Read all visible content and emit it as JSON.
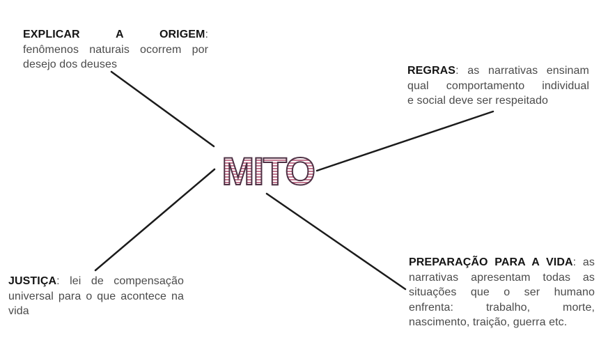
{
  "center": {
    "label": "MITO",
    "stripe_color": "#c4768f",
    "outline_color": "#4e3044"
  },
  "line_color": "#1b1b1b",
  "nodes": {
    "origem": {
      "position": "top-left",
      "lines": [
        {
          "bold": "EXPLICAR A ORIGEM",
          "text": ":"
        },
        {
          "text": "fenômenos naturais ocorrem por"
        },
        {
          "text": "desejo dos deuses"
        }
      ]
    },
    "regras": {
      "position": "right",
      "lines": [
        {
          "bold": "REGRAS",
          "text": ": as narrativas ensinam"
        },
        {
          "text": "qual comportamento individual"
        },
        {
          "text": "e social deve ser respeitado"
        }
      ]
    },
    "justica": {
      "position": "bottom-left",
      "lines": [
        {
          "bold": "JUSTIÇA",
          "text": ": lei de compensação"
        },
        {
          "text": "universal para o que acontece na"
        },
        {
          "text": "vida"
        }
      ]
    },
    "preparacao": {
      "position": "bottom-right",
      "lines": [
        {
          "bold": "PREPARAÇÃO PARA A VIDA",
          "text": ": as"
        },
        {
          "text": "narrativas apresentam todas as"
        },
        {
          "text": "situações que o ser humano"
        },
        {
          "text": "enfrenta: trabalho, morte,"
        },
        {
          "text": "nascimento, traição, guerra etc."
        }
      ]
    }
  }
}
